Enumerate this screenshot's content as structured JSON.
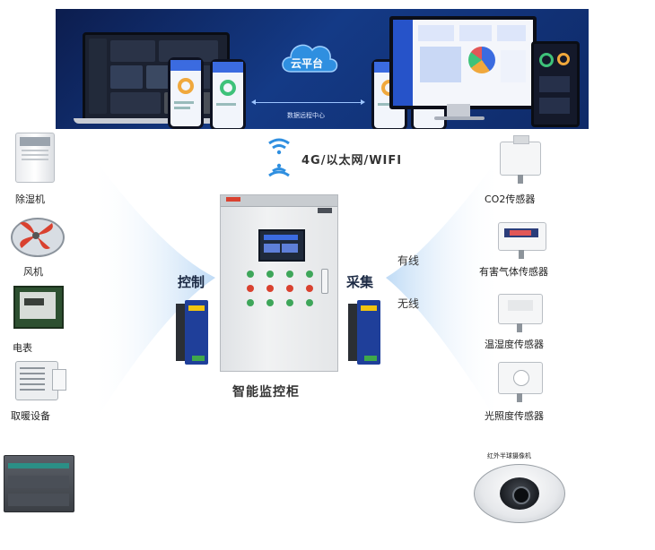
{
  "banner": {
    "cloud_label": "云平台",
    "caption": "数据远程中心"
  },
  "network_label": "4G/以太网/WIFI",
  "left_devices": [
    {
      "label": "除湿机",
      "icon": "dehumidifier-icon"
    },
    {
      "label": "风机",
      "icon": "fan-icon"
    },
    {
      "label": "电表",
      "icon": "electric-meter-icon"
    },
    {
      "label": "取暖设备",
      "icon": "heater-icon"
    },
    {
      "label": "",
      "icon": "plc-icon"
    }
  ],
  "right_devices": [
    {
      "label": "CO2传感器",
      "icon": "co2-sensor-icon"
    },
    {
      "label": "有害气体传感器",
      "icon": "gas-sensor-icon"
    },
    {
      "label": "温湿度传感器",
      "icon": "temperature-humidity-sensor-icon"
    },
    {
      "label": "光照度传感器",
      "icon": "light-sensor-icon"
    },
    {
      "label": "红外半球摄像机",
      "icon": "dome-camera-icon"
    }
  ],
  "control_label": "控制",
  "collect_label": "采集",
  "wired_label": "有线",
  "wireless_label": "无线",
  "cabinet_label": "智能监控柜",
  "colors": {
    "banner_dark": "#0c1d4e",
    "banner_mid": "#143a86",
    "fan_blue": "#bcd9f5",
    "module_blue": "#1f3f9a",
    "module_yellow": "#f1c40f",
    "wifi_blue": "#2f8fe0"
  }
}
